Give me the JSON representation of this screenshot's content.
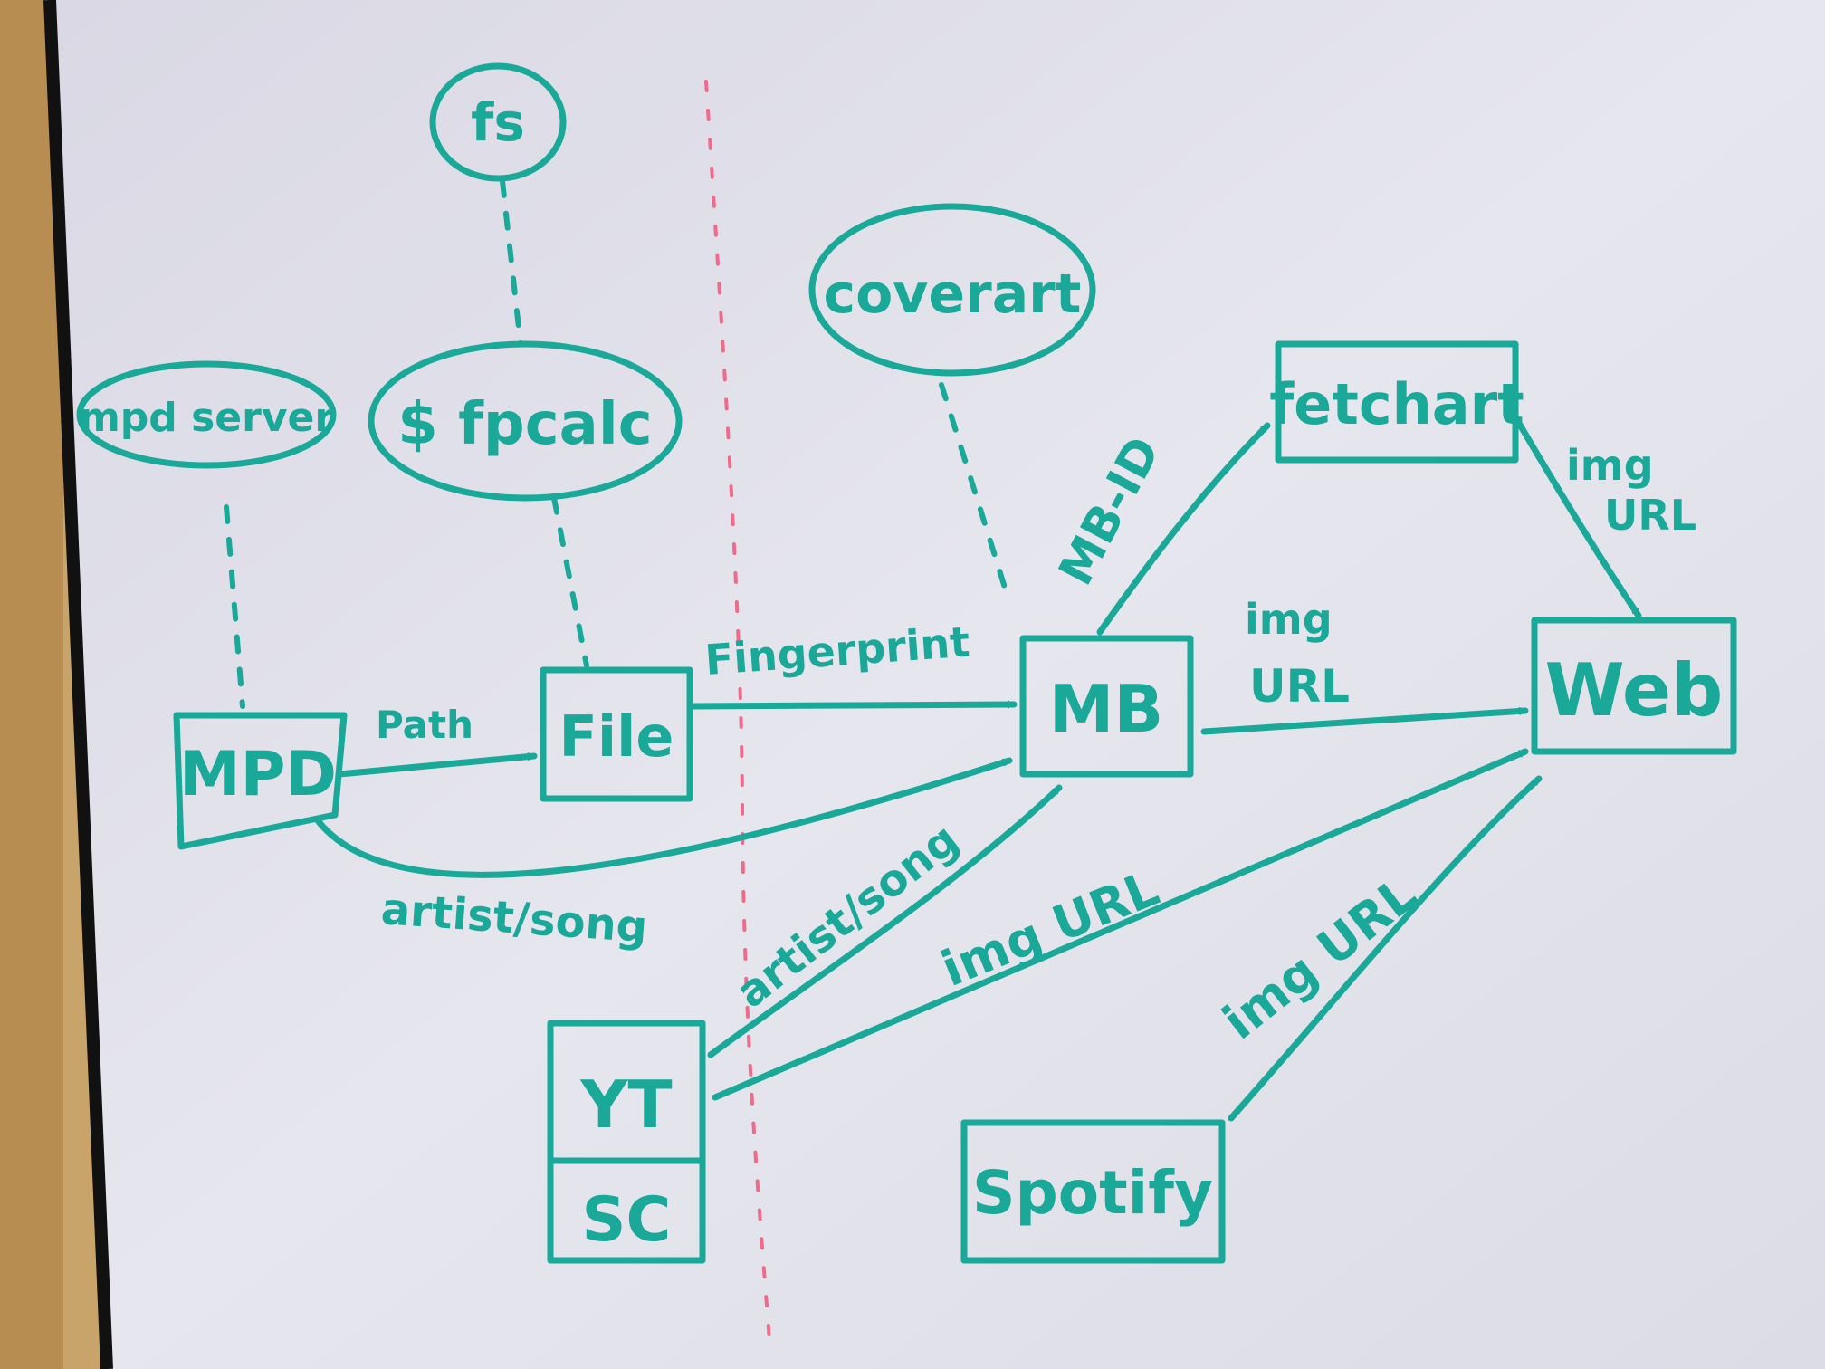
{
  "nodes": {
    "fs": "fs",
    "mpd_server": "mpd server",
    "fpcalc": "$ fpcalc",
    "coverart": "coverart",
    "fetchart": "fetchart",
    "mpd": "MPD",
    "file": "File",
    "mb": "MB",
    "web": "Web",
    "yt": "YT",
    "sc": "SC",
    "spotify": "Spotify"
  },
  "edges": {
    "mpd_to_file": "Path",
    "file_to_mb": "Fingerprint",
    "mpd_to_mb": "artist/song",
    "yt_to_mb": "artist/song",
    "mb_to_fetchart": "MB-ID",
    "fetchart_to_web_1": "img",
    "fetchart_to_web_2": "URL",
    "mb_to_web_1": "img",
    "mb_to_web_2": "URL",
    "yt_to_web": "img URL",
    "spotify_to_web": "img URL"
  },
  "colors": {
    "ink": "#1aa899",
    "divider": "#f06a8a",
    "board": "#e4e4ec"
  }
}
